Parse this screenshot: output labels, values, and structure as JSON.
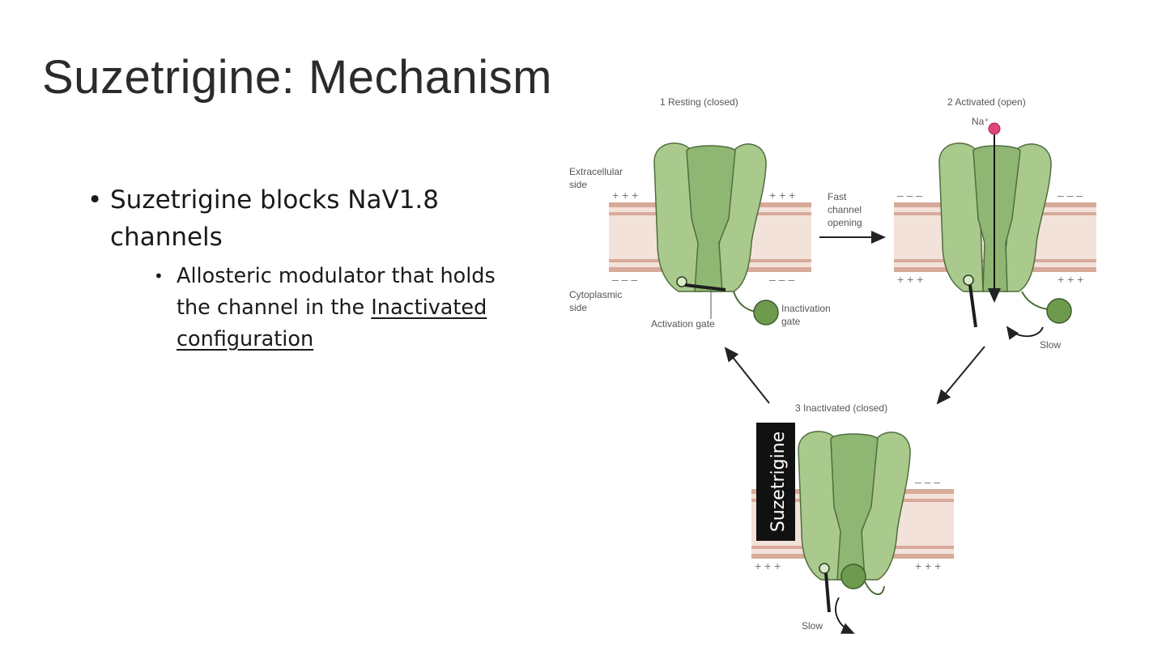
{
  "slide": {
    "title": "Suzetrigine: Mechanism",
    "bullet_1": "Suzetrigine blocks NaV1.8 channels",
    "sub_bullet_1_line1": "Allosteric modulator that holds the channel in the",
    "sub_bullet_1_underlined": "Inactivated configuration"
  },
  "diagram": {
    "state_1_title": "1  Resting (closed)",
    "state_2_title": "2  Activated (open)",
    "state_3_title": "3  Inactivated (closed)",
    "extracellular_line1": "Extracellular",
    "extracellular_line2": "side",
    "cytoplasmic_line1": "Cytoplasmic",
    "cytoplasmic_line2": "side",
    "fast_line1": "Fast",
    "fast_line2": "channel",
    "fast_line3": "opening",
    "activation_gate": "Activation gate",
    "inactivation_line1": "Inactivation",
    "inactivation_line2": "gate",
    "ion_label": "Na⁺",
    "slow_label": "Slow",
    "drug_label": "Suzetrigine",
    "colors": {
      "channel_green": "#a9c98d",
      "channel_outline": "#4f6e3c",
      "membrane_fill": "#f3e2da",
      "membrane_line": "#c99786",
      "sodium_ion": "#e0457a",
      "drug_box": "#111111"
    }
  }
}
